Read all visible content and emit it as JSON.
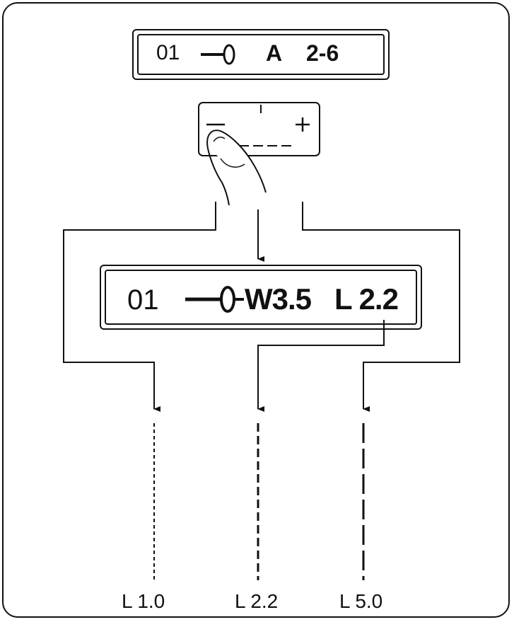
{
  "top_display": {
    "program_number": "01",
    "mode": "A",
    "range": "2-6"
  },
  "button": {
    "minus_symbol": "−",
    "plus_symbol": "+",
    "pointer_icon": "finger-pointing-icon"
  },
  "main_display": {
    "program_number": "01",
    "width": "W3.5",
    "length": "L 2.2"
  },
  "stitch_samples": [
    {
      "label": "L 1.0"
    },
    {
      "label": "L 2.2"
    },
    {
      "label": "L 5.0"
    }
  ]
}
